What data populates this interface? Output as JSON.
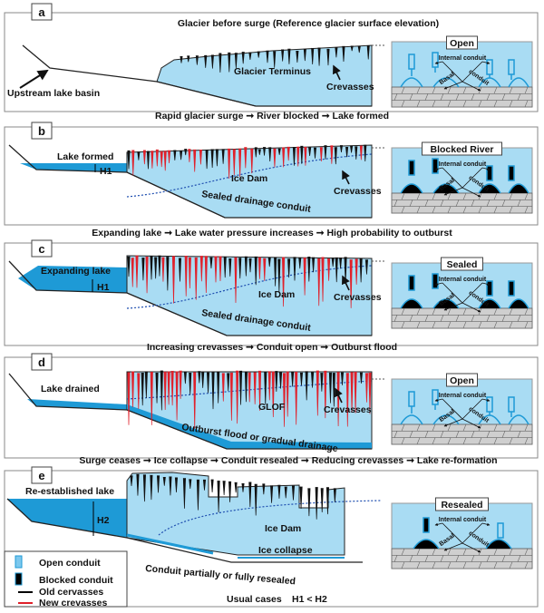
{
  "panels": [
    {
      "letter": "a",
      "title": "Glacier before surge (Reference glacier surface elevation)",
      "labels": {
        "basin": "Upstream lake basin",
        "terminus": "Glacier Terminus",
        "crevasses": "Crevasses"
      },
      "inset": "Open"
    },
    {
      "letter": "b",
      "title": "Rapid glacier surge ➞ River blocked ➞ Lake formed",
      "labels": {
        "lake": "Lake formed",
        "h": "H1",
        "dam": "Ice Dam",
        "crevasses": "Crevasses",
        "conduit": "Sealed drainage conduit"
      },
      "inset": "Blocked River"
    },
    {
      "letter": "c",
      "title": "Expanding lake ➞ Lake water pressure increases ➞ High probability to outburst",
      "labels": {
        "lake": "Expanding lake",
        "h": "H1",
        "dam": "Ice Dam",
        "crevasses": "Crevasses",
        "conduit": "Sealed drainage conduit"
      },
      "inset": "Sealed"
    },
    {
      "letter": "d",
      "title": "Increasing crevasses ➞ Conduit open ➞ Outburst flood",
      "labels": {
        "lake": "Lake drained",
        "glof": "GLOF",
        "crevasses": "Crevasses",
        "flood": "Outburst flood or gradual drainage"
      },
      "inset": "Open"
    },
    {
      "letter": "e",
      "title": "Surge ceases ➞ Ice collapse ➞ Conduit resealed ➞ Reducing crevasses ➞ Lake re-formation",
      "labels": {
        "lake": "Re-established lake",
        "h": "H2",
        "dam": "Ice Dam",
        "collapse": "Ice collapse",
        "conduit": "Conduit partially or fully resealed",
        "usual": "Usual cases",
        "compare": "H1 < H2"
      },
      "inset": "Resealed"
    }
  ],
  "inset_labels": {
    "internal": "Internal conduit",
    "basal": "Basal",
    "conduit": "conduit"
  },
  "legend": [
    {
      "label": "Open conduit"
    },
    {
      "label": "Blocked conduit"
    },
    {
      "label": "Old cervasses"
    },
    {
      "label": "New crevasses"
    }
  ],
  "colors": {
    "ice": "#a9dcf3",
    "lake": "#1e9ad6",
    "conduit": "#1f6fc4",
    "red": "#e0202a",
    "rock": "#cfcfcf"
  }
}
